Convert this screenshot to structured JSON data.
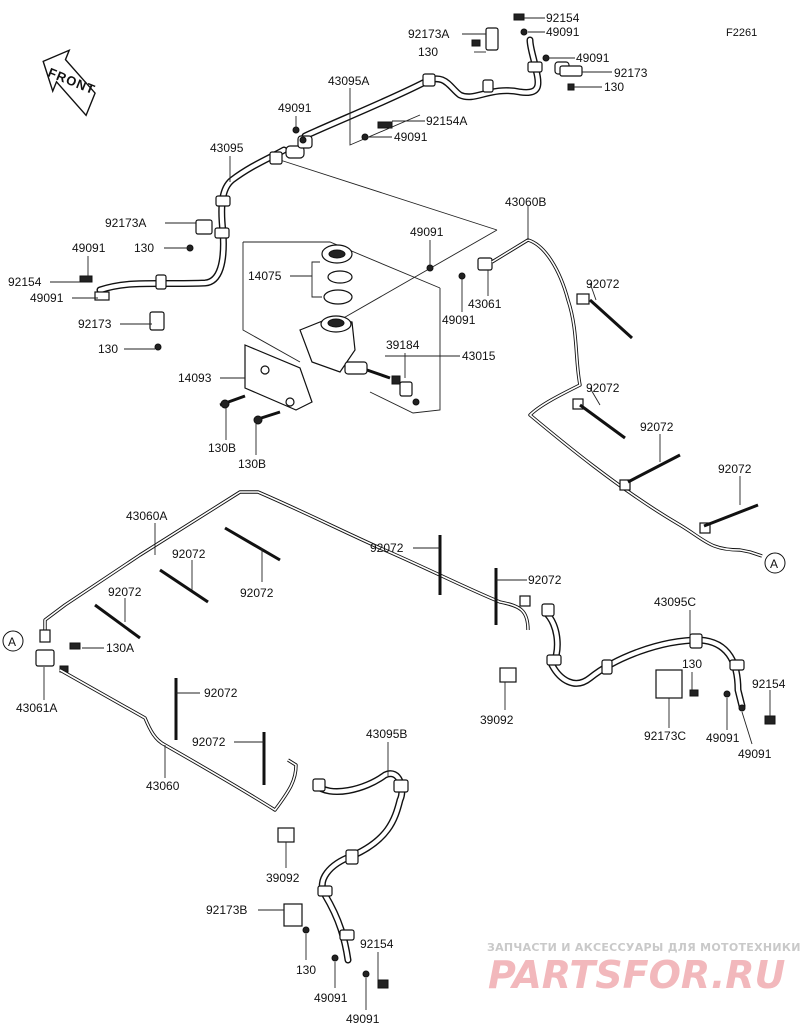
{
  "diagram": {
    "code": "F2261",
    "front_label": "FRONT",
    "watermark": {
      "line1": "ЗАПЧАСТИ И АКСЕССУАРЫ ДЛЯ МОТОТЕХНИКИ",
      "line2": "PARTSFOR.RU"
    },
    "labels": {
      "l01": "92154",
      "l02": "92173A",
      "l03": "49091",
      "l04": "130",
      "l05": "49091",
      "l06": "92173",
      "l07": "130",
      "l08": "43095A",
      "l09": "49091",
      "l10": "92154A",
      "l11": "49091",
      "l12": "43095",
      "l13": "43060B",
      "l14": "92173A",
      "l15": "130",
      "l16": "49091",
      "l17": "14075",
      "l18": "49091",
      "l19": "92154",
      "l20": "43061",
      "l21": "49091",
      "l22": "92072",
      "l23": "49091",
      "l24": "92173",
      "l25": "130",
      "l26": "39184",
      "l27": "43015",
      "l28": "14093",
      "l29": "92072",
      "l30": "130B",
      "l31": "130B",
      "l32": "92072",
      "l33": "92072",
      "l34": "43060A",
      "l35": "92072",
      "l36": "92072",
      "l37": "92072",
      "l38": "92072",
      "l39": "92072",
      "l40": "43095C",
      "l41": "A",
      "l42": "130A",
      "l43": "130",
      "l44": "92154",
      "l45": "43061A",
      "l46": "39092",
      "l47": "92173C",
      "l48": "49091",
      "l49": "49091",
      "l50": "92072",
      "l51": "92072",
      "l52": "43095B",
      "l53": "43060",
      "l54": "39092",
      "l55": "92173B",
      "l56": "92154",
      "l57": "130",
      "l58": "49091",
      "l59": "49091",
      "l60": "A"
    }
  }
}
